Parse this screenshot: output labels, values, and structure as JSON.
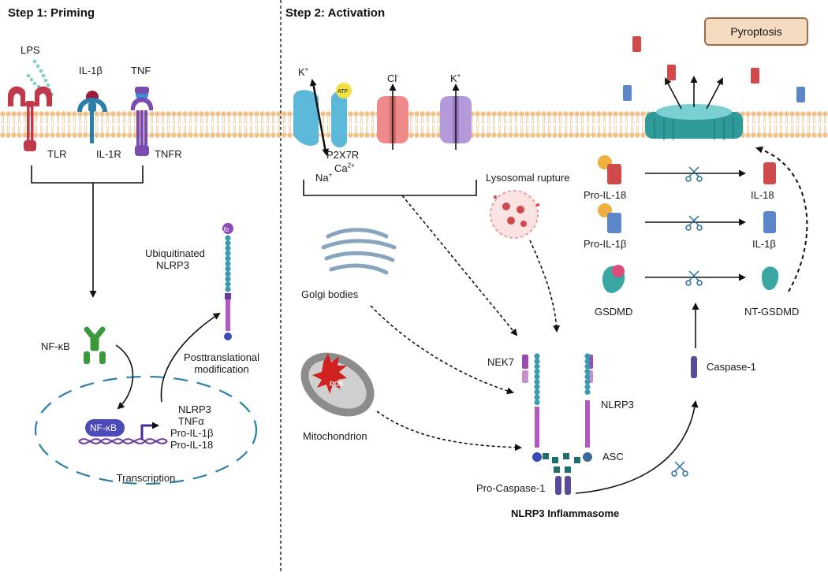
{
  "headers": {
    "step1": "Step 1: Priming",
    "step2": "Step 2: Activation"
  },
  "priming": {
    "lps": "LPS",
    "il1b": "IL-1β",
    "tnf": "TNF",
    "tlr": "TLR",
    "il1r": "IL-1R",
    "tnfr": "TNFR",
    "nfkb": "NF-κB",
    "nfkb_dna": "NF-κB",
    "ub": "Ub",
    "ubiquitinated": "Ubiquitinated",
    "nlrp3_ub": "NLRP3",
    "ptm_1": "Posttranslational",
    "ptm_2": "modification",
    "genes": [
      "NLRP3",
      "TNFα",
      "Pro-IL-1β",
      "Pro-IL-18"
    ],
    "transcription": "Transcription"
  },
  "activation": {
    "k_plus": "K",
    "k_sup": "+",
    "atp": "ATP",
    "cl": "Cl",
    "cl_sup": "-",
    "k2": "K",
    "k2_sup": "+",
    "p2x7r": "P2X7R",
    "na": "Na",
    "na_sup": "+",
    "ca": "Ca",
    "ca_sup": "2+",
    "lysosomal": "Lysosomal rupture",
    "golgi": "Golgi bodies",
    "ros": "ROS",
    "mitochondrion": "Mitochondrion",
    "nek7": "NEK7",
    "nlrp3": "NLRP3",
    "asc": "ASC",
    "procasp": "Pro-Caspase-1",
    "inflammasome": "NLRP3 Inflammasome",
    "casp1": "Caspase-1",
    "pro_il18": "Pro-IL-18",
    "pro_il1b": "Pro-IL-1β",
    "gsdmd": "GSDMD",
    "il18": "IL-18",
    "il1b": "IL-1β",
    "nt_gsdmd": "NT-GSDMD",
    "pyroptosis": "Pyroptosis"
  },
  "colors": {
    "membrane": "#f4c895",
    "tlr": "#c0394b",
    "il1r": "#2b7fa8",
    "tnfr": "#7a4bb0",
    "chain": "#3a9bb0",
    "nlrp3": "#b05ac0",
    "asc": "#2b7f9a",
    "casp": "#5a4a9a",
    "il18": "#d0494b",
    "il1b": "#5b86c8",
    "gsdmd": "#3aa7a3"
  }
}
